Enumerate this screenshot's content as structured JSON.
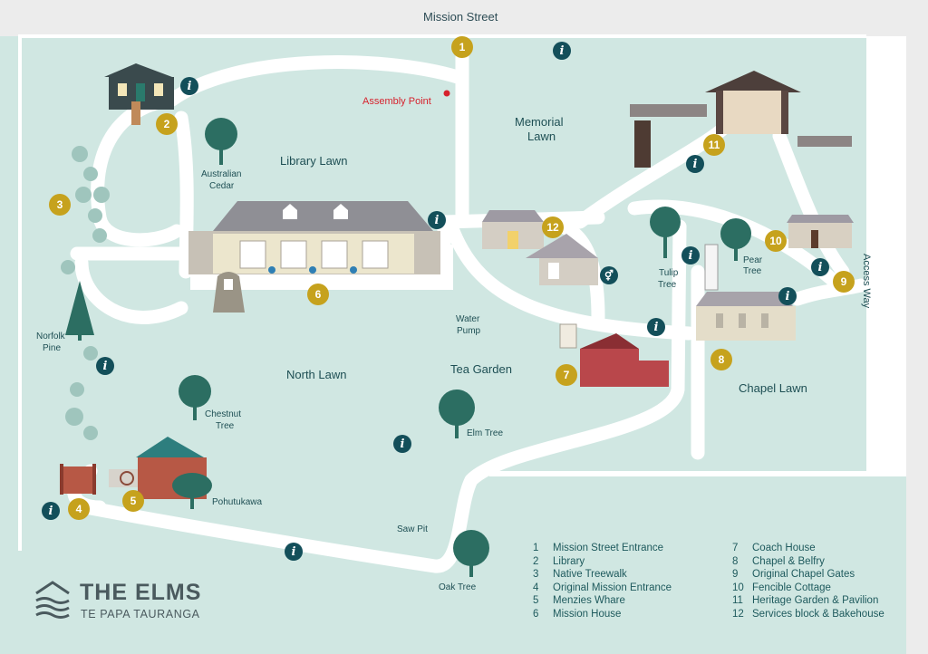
{
  "streets": {
    "top": "Mission Street",
    "side": "Access Way"
  },
  "lawns": {
    "library": "Library Lawn",
    "memorial_line1": "Memorial",
    "memorial_line2": "Lawn",
    "north": "North Lawn",
    "tea_garden": "Tea Garden",
    "chapel": "Chapel Lawn"
  },
  "assembly_point": "Assembly Point",
  "trees": {
    "australian_cedar_1": "Australian",
    "australian_cedar_2": "Cedar",
    "norfolk_pine_1": "Norfolk",
    "norfolk_pine_2": "Pine",
    "chestnut_1": "Chestnut",
    "chestnut_2": "Tree",
    "elm": "Elm Tree",
    "pohutukawa": "Pohutukawa",
    "oak": "Oak Tree",
    "tulip_1": "Tulip",
    "tulip_2": "Tree",
    "pear_1": "Pear",
    "pear_2": "Tree"
  },
  "features": {
    "water_pump_1": "Water",
    "water_pump_2": "Pump",
    "saw_pit": "Saw Pit"
  },
  "markers": [
    "1",
    "2",
    "3",
    "4",
    "5",
    "6",
    "7",
    "8",
    "9",
    "10",
    "11",
    "12"
  ],
  "info_symbol": "i",
  "legend": [
    {
      "num": "1",
      "label": "Mission Street Entrance"
    },
    {
      "num": "2",
      "label": "Library"
    },
    {
      "num": "3",
      "label": "Native Treewalk"
    },
    {
      "num": "4",
      "label": "Original Mission Entrance"
    },
    {
      "num": "5",
      "label": "Menzies Whare"
    },
    {
      "num": "6",
      "label": "Mission House"
    },
    {
      "num": "7",
      "label": "Coach House"
    },
    {
      "num": "8",
      "label": "Chapel & Belfry"
    },
    {
      "num": "9",
      "label": "Original Chapel Gates"
    },
    {
      "num": "10",
      "label": "Fencible Cottage"
    },
    {
      "num": "11",
      "label": "Heritage Garden & Pavilion"
    },
    {
      "num": "12",
      "label": "Services block & Bakehouse"
    }
  ],
  "logo": {
    "title": "THE ELMS",
    "subtitle": "TE PAPA TAURANGA"
  },
  "colors": {
    "lawn": "#d0e7e2",
    "path": "#ffffff",
    "pin": "#c6a21d",
    "info": "#134f5a",
    "text": "#1e4f54",
    "tree": "#2c6e62",
    "assembly": "#d6222d"
  }
}
